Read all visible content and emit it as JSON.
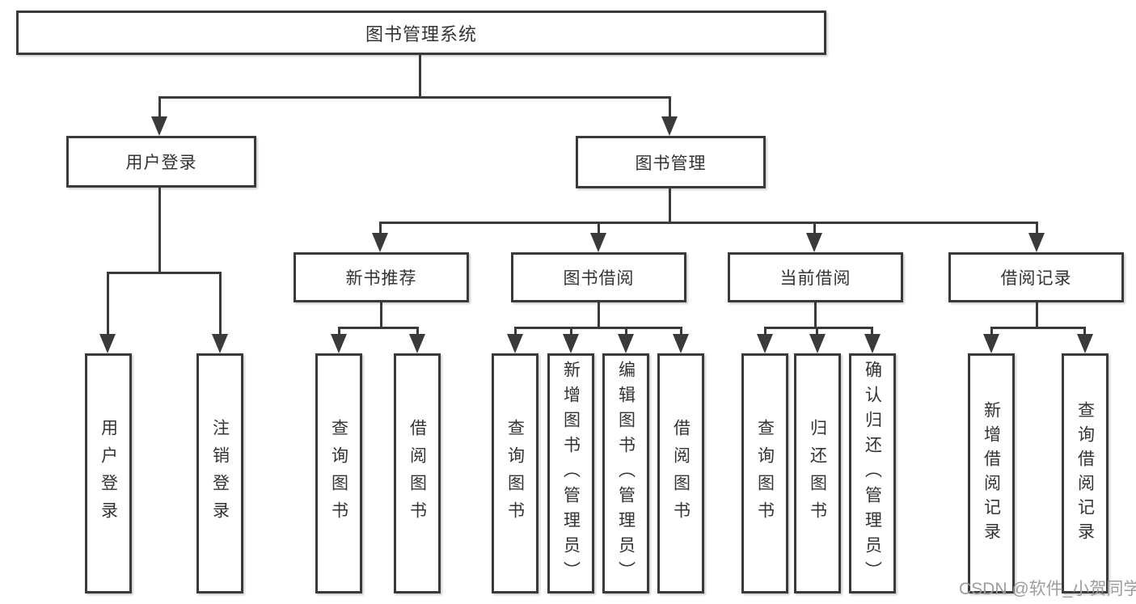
{
  "diagram": {
    "root": {
      "label": "图书管理系统"
    },
    "branches": [
      {
        "label": "用户登录",
        "children": [
          {
            "label": "用户登录"
          },
          {
            "label": "注销登录"
          }
        ]
      },
      {
        "label": "图书管理",
        "children": [
          {
            "label": "新书推荐",
            "children": [
              {
                "label": "查询图书"
              },
              {
                "label": "借阅图书"
              }
            ]
          },
          {
            "label": "图书借阅",
            "children": [
              {
                "label": "查询图书"
              },
              {
                "label": "新增图书（管理员）"
              },
              {
                "label": "编辑图书（管理员）"
              },
              {
                "label": "借阅图书"
              }
            ]
          },
          {
            "label": "当前借阅",
            "children": [
              {
                "label": "查询图书"
              },
              {
                "label": "归还图书"
              },
              {
                "label": "确认归还（管理员）"
              }
            ]
          },
          {
            "label": "借阅记录",
            "children": [
              {
                "label": "新增借阅记录"
              },
              {
                "label": "查询借阅记录"
              }
            ]
          }
        ]
      }
    ]
  },
  "watermark": {
    "text": "CSDN @软件_小贺同学"
  },
  "colors": {
    "line": "#3a3a3a",
    "text": "#333333",
    "box_bg": "#ffffff",
    "page_bg": "#ffffff",
    "watermark": "#9c9c9c"
  }
}
